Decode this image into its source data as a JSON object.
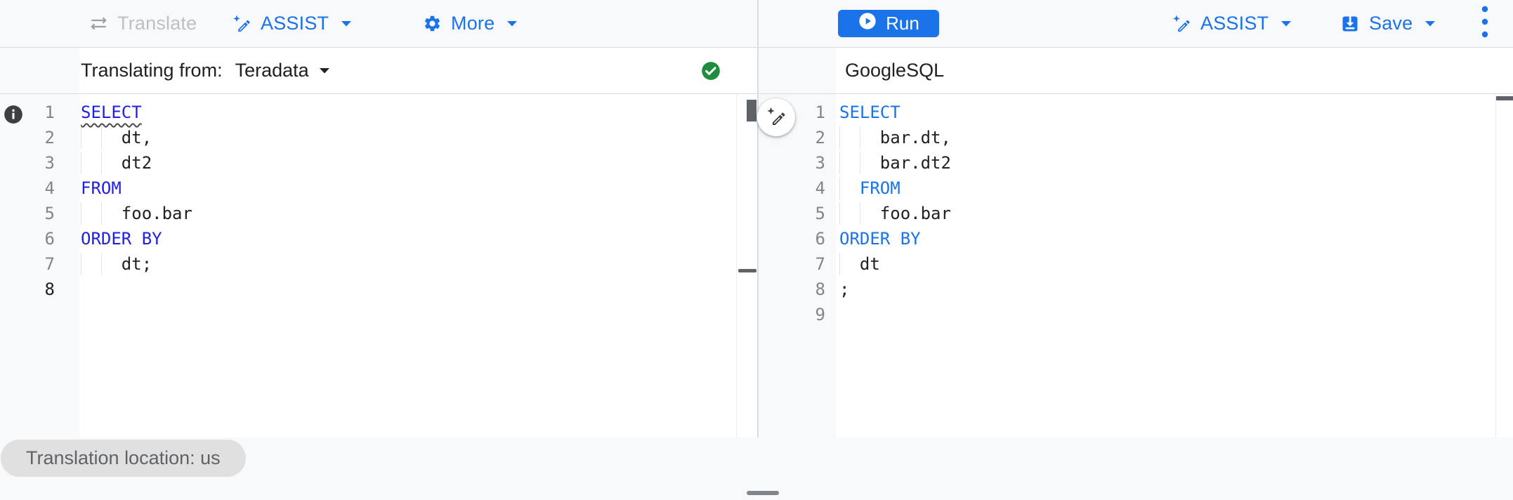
{
  "toolbar": {
    "translate_label": "Translate",
    "assist_left_label": "ASSIST",
    "more_label": "More",
    "run_label": "Run",
    "assist_right_label": "ASSIST",
    "save_label": "Save"
  },
  "left_pane": {
    "header_label": "Translating from:",
    "source_dialect": "Teradata",
    "status": "success",
    "lines": [
      {
        "num": 1,
        "segments": [
          {
            "t": "SELECT",
            "kw": true,
            "squiggle": true
          }
        ]
      },
      {
        "num": 2,
        "segments": [
          {
            "t": "    dt,"
          }
        ],
        "guides": [
          0,
          2
        ]
      },
      {
        "num": 3,
        "segments": [
          {
            "t": "    dt2"
          }
        ],
        "guides": [
          0,
          2
        ]
      },
      {
        "num": 4,
        "segments": [
          {
            "t": "FROM",
            "kw": true
          }
        ]
      },
      {
        "num": 5,
        "segments": [
          {
            "t": "    foo.bar"
          }
        ],
        "guides": [
          0,
          2
        ]
      },
      {
        "num": 6,
        "segments": [
          {
            "t": "ORDER BY",
            "kw": true
          }
        ]
      },
      {
        "num": 7,
        "segments": [
          {
            "t": "    dt;"
          }
        ],
        "guides": [
          0,
          2
        ]
      },
      {
        "num": 8,
        "segments": [],
        "active": true
      }
    ]
  },
  "right_pane": {
    "header_label": "GoogleSQL",
    "lines": [
      {
        "num": 1,
        "segments": [
          {
            "t": "SELECT",
            "kw": true
          }
        ]
      },
      {
        "num": 2,
        "segments": [
          {
            "t": "    bar.dt,"
          }
        ],
        "guides": [
          0,
          2
        ]
      },
      {
        "num": 3,
        "segments": [
          {
            "t": "    bar.dt2"
          }
        ],
        "guides": [
          0,
          2
        ]
      },
      {
        "num": 4,
        "segments": [
          {
            "t": "  "
          },
          {
            "t": "FROM",
            "kw": true
          }
        ],
        "guides": [
          0
        ]
      },
      {
        "num": 5,
        "segments": [
          {
            "t": "    foo.bar"
          }
        ],
        "guides": [
          0,
          2
        ]
      },
      {
        "num": 6,
        "segments": [
          {
            "t": "ORDER BY",
            "kw": true
          }
        ]
      },
      {
        "num": 7,
        "segments": [
          {
            "t": "  dt"
          }
        ],
        "guides": [
          0
        ]
      },
      {
        "num": 8,
        "segments": [
          {
            "t": ";"
          }
        ]
      },
      {
        "num": 9,
        "segments": []
      }
    ]
  },
  "footer": {
    "location_chip": "Translation location: us"
  },
  "icons": {
    "translate": "swap-arrows-icon",
    "assist": "pen-spark-icon",
    "more": "gear-icon",
    "run": "play-circle-icon",
    "save": "save-icon",
    "overflow": "three-dot-menu-icon",
    "dialect_dropdown": "caret-down-icon",
    "source_status": "check-circle-icon",
    "line_annotation": "info-icon",
    "floating_action": "pen-spark-icon"
  },
  "colors": {
    "accent_blue": "#1a73e8",
    "keyword_left": "#2121e0",
    "keyword_right": "#1a73e8",
    "success_green": "#1e8e3e",
    "text_dark": "#202124",
    "line_number_gray": "#80868b",
    "disabled_text": "#bdc1c6",
    "chip_bg": "#e0e0e0",
    "gutter_bg": "#f8f9fa",
    "border_gray": "#dadce0"
  }
}
